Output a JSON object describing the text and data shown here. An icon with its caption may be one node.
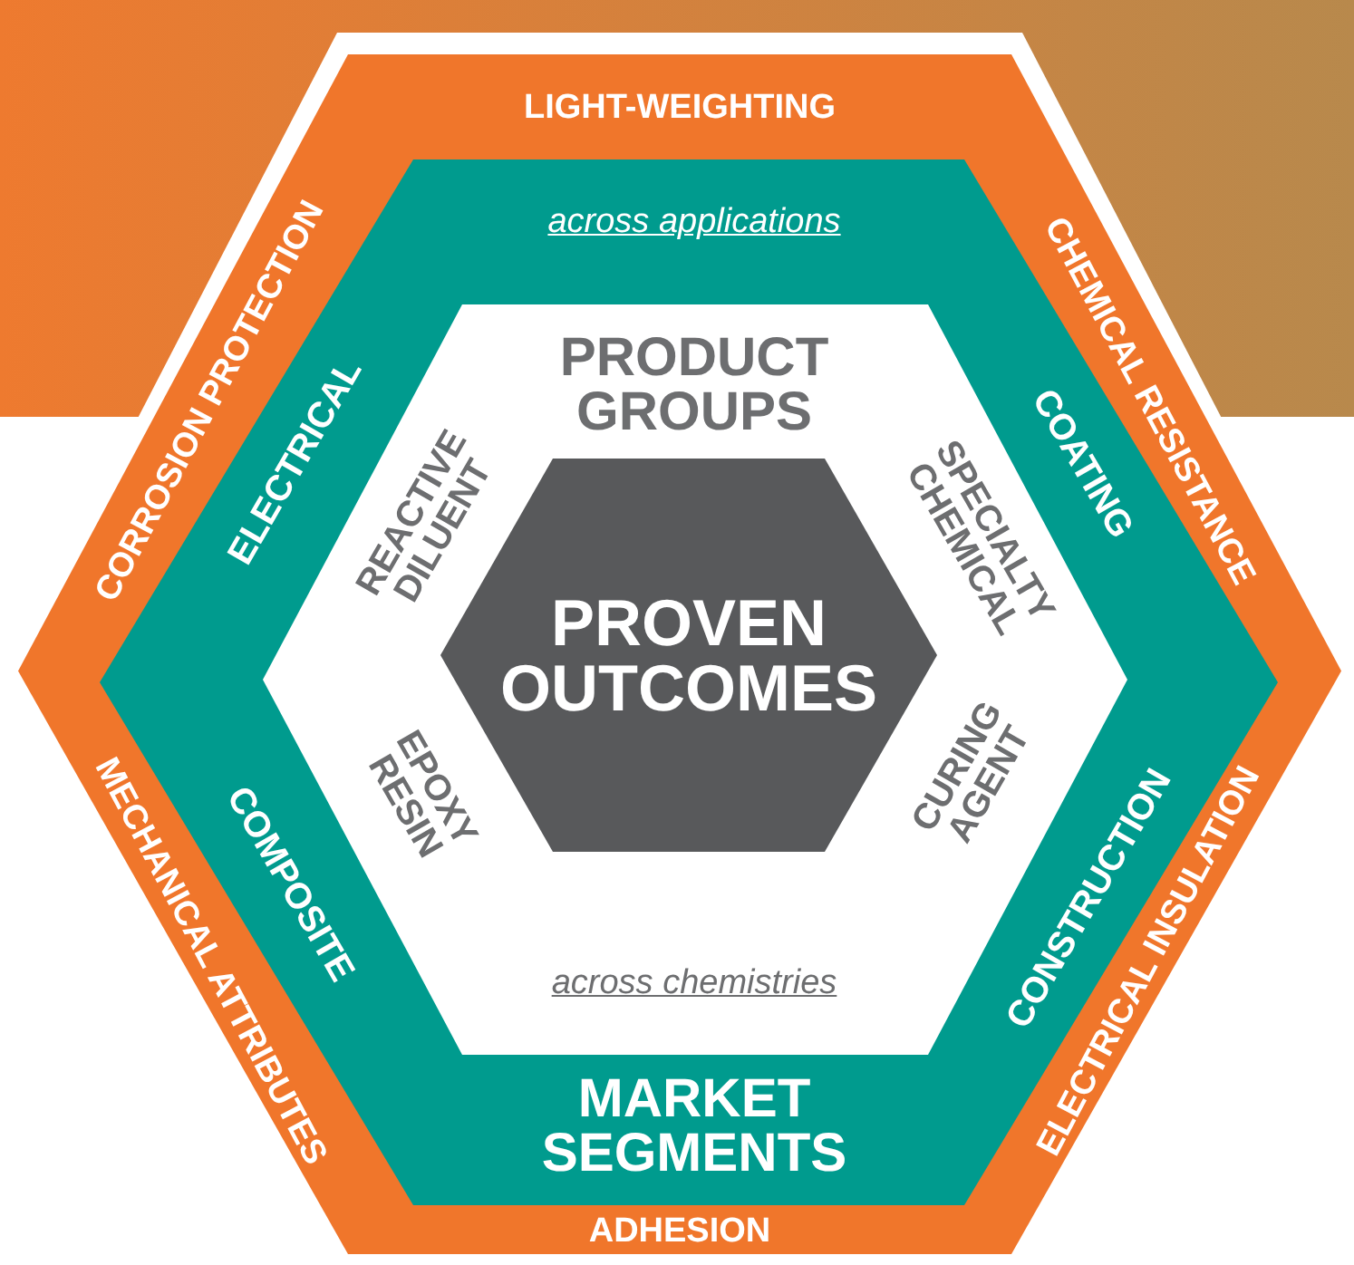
{
  "diagram": {
    "nodes": [
      {
        "text": [
          "LIGHT-WEIGHTING",
          "CHEMICAL RESISTANCE",
          "ELECTRICAL INSULATION",
          "ADHESION",
          "MECHANICAL ATTRIBUTES",
          "CORROSION PROTECTION"
        ]
      },
      {
        "text": [
          "across applications",
          "COATING",
          "CONSTRUCTION",
          "MARKET SEGMENTS",
          "COMPOSITE",
          "ELECTRICAL"
        ],
        "in": 0
      },
      {
        "text": [
          "PRODUCT GROUPS",
          "SPECIALTY CHEMICAL",
          "CURING AGENT",
          "across chemistries",
          "EPOXY RESIN",
          "REACTIVE DILUENT"
        ],
        "in": 1
      },
      {
        "text": [
          "PROVEN OUTCOMES"
        ],
        "in": 2
      }
    ]
  }
}
